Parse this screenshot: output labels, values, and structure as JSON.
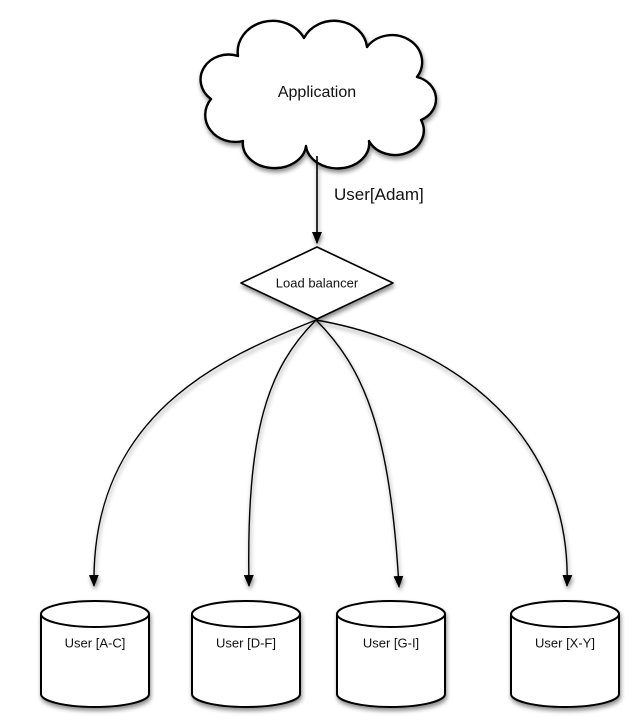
{
  "diagram": {
    "type": "flowchart",
    "colors": {
      "background": "#ffffff",
      "stroke": "#000000",
      "shape_fill": "#ffffff",
      "text": "#111111",
      "shadow": "#000000"
    },
    "application_node": {
      "label": "Application",
      "shape": "cloud"
    },
    "request_edge": {
      "label": "User[Adam]"
    },
    "load_balancer_node": {
      "label": "Load balancer",
      "shape": "diamond"
    },
    "shard_nodes": [
      {
        "label": "User [A-C]",
        "shape": "cylinder"
      },
      {
        "label": "User [D-F]",
        "shape": "cylinder"
      },
      {
        "label": "User [G-I]",
        "shape": "cylinder"
      },
      {
        "label": "User [X-Y]",
        "shape": "cylinder"
      }
    ],
    "connections": [
      {
        "from": "application",
        "to": "load-balancer",
        "label": "User[Adam]"
      },
      {
        "from": "load-balancer",
        "to": "shard-a-c",
        "label": ""
      },
      {
        "from": "load-balancer",
        "to": "shard-d-f",
        "label": ""
      },
      {
        "from": "load-balancer",
        "to": "shard-g-i",
        "label": ""
      },
      {
        "from": "load-balancer",
        "to": "shard-x-y",
        "label": ""
      }
    ]
  }
}
